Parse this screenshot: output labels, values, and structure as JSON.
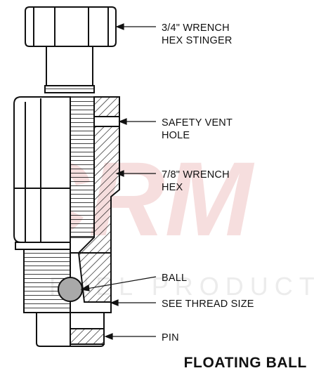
{
  "diagram": {
    "watermark": {
      "brand": "CRM",
      "tagline": "FUEL PRODUCTS"
    },
    "callouts": [
      {
        "id": "hex-stinger",
        "lines": [
          "3/4\" WRENCH",
          "HEX STINGER"
        ]
      },
      {
        "id": "safety-vent",
        "lines": [
          "SAFETY VENT",
          "HOLE"
        ]
      },
      {
        "id": "wrench-hex",
        "lines": [
          "7/8\" WRENCH",
          "HEX"
        ]
      },
      {
        "id": "ball",
        "lines": [
          "BALL"
        ]
      },
      {
        "id": "thread-size",
        "lines": [
          "SEE THREAD SIZE"
        ]
      },
      {
        "id": "pin",
        "lines": [
          "PIN"
        ]
      }
    ],
    "title": "FLOATING BALL",
    "colors": {
      "line": "#111111",
      "ball": "#a9a9a9",
      "watermark_red": "#f6dede",
      "watermark_gray": "#ececec"
    }
  }
}
